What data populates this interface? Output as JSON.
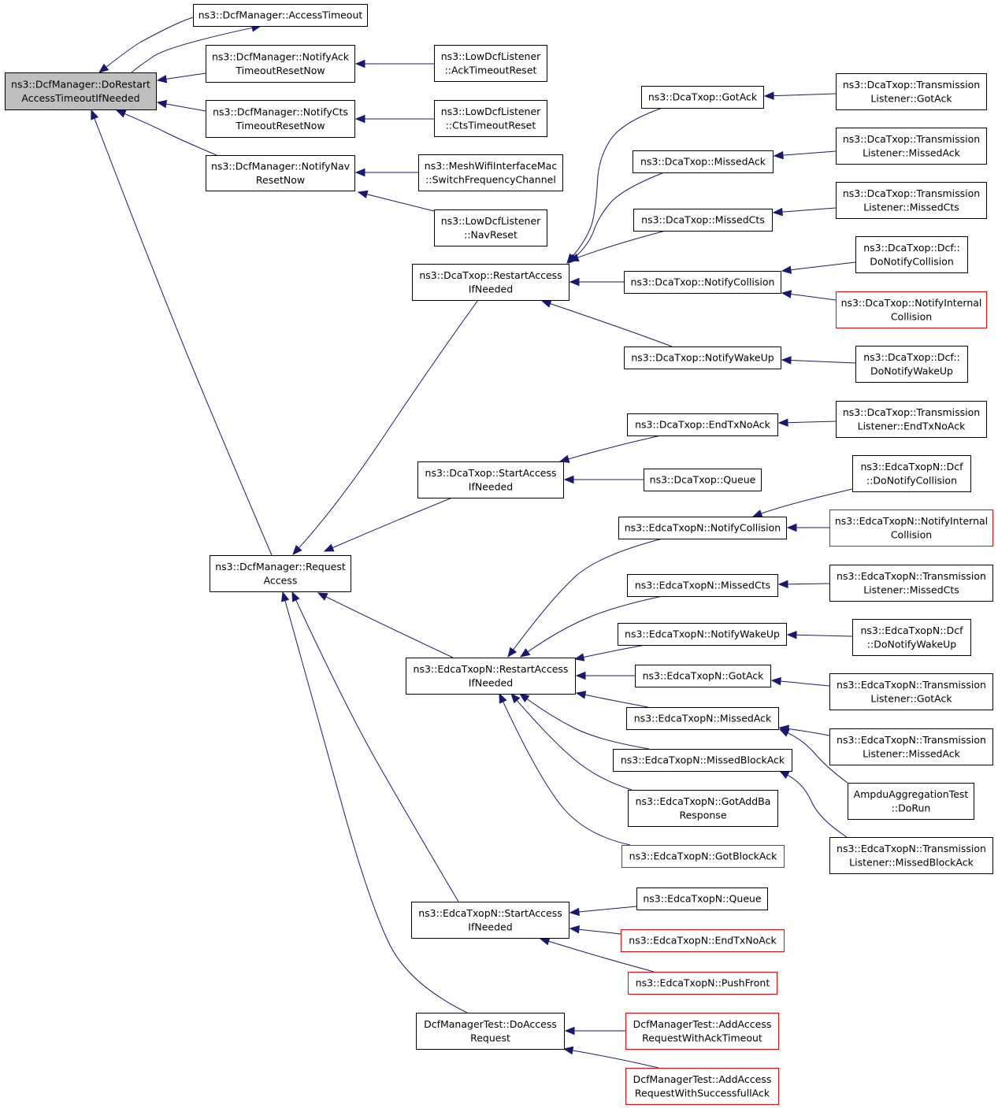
{
  "diagram": {
    "nodes": [
      {
        "id": "root",
        "lines": [
          "ns3::DcfManager::DoRestart",
          "AccessTimeoutIfNeeded"
        ],
        "root": true
      },
      {
        "id": "accessTimeout",
        "lines": [
          "ns3::DcfManager::AccessTimeout"
        ]
      },
      {
        "id": "notifyAckReset",
        "lines": [
          "ns3::DcfManager::NotifyAck",
          "TimeoutResetNow"
        ]
      },
      {
        "id": "notifyCtsReset",
        "lines": [
          "ns3::DcfManager::NotifyCts",
          "TimeoutResetNow"
        ]
      },
      {
        "id": "notifyNavReset",
        "lines": [
          "ns3::DcfManager::NotifyNav",
          "ResetNow"
        ]
      },
      {
        "id": "requestAccess",
        "lines": [
          "ns3::DcfManager::Request",
          "Access"
        ]
      },
      {
        "id": "lowAck",
        "lines": [
          "ns3::LowDcfListener",
          "::AckTimeoutReset"
        ]
      },
      {
        "id": "lowCts",
        "lines": [
          "ns3::LowDcfListener",
          "::CtsTimeoutReset"
        ]
      },
      {
        "id": "meshSwitch",
        "lines": [
          "ns3::MeshWifiInterfaceMac",
          "::SwitchFrequencyChannel"
        ]
      },
      {
        "id": "lowNav",
        "lines": [
          "ns3::LowDcfListener",
          "::NavReset"
        ]
      },
      {
        "id": "dcaRestart",
        "lines": [
          "ns3::DcaTxop::RestartAccess",
          "IfNeeded"
        ]
      },
      {
        "id": "dcaStart",
        "lines": [
          "ns3::DcaTxop::StartAccess",
          "IfNeeded"
        ]
      },
      {
        "id": "edcaRestart",
        "lines": [
          "ns3::EdcaTxopN::RestartAccess",
          "IfNeeded"
        ]
      },
      {
        "id": "edcaStart",
        "lines": [
          "ns3::EdcaTxopN::StartAccess",
          "IfNeeded"
        ]
      },
      {
        "id": "dcfTestDoAccess",
        "lines": [
          "DcfManagerTest::DoAccess",
          "Request"
        ]
      },
      {
        "id": "dcaGotAck",
        "lines": [
          "ns3::DcaTxop::GotAck"
        ]
      },
      {
        "id": "dcaMissedAck",
        "lines": [
          "ns3::DcaTxop::MissedAck"
        ]
      },
      {
        "id": "dcaMissedCts",
        "lines": [
          "ns3::DcaTxop::MissedCts"
        ]
      },
      {
        "id": "dcaNotifyCollision",
        "lines": [
          "ns3::DcaTxop::NotifyCollision"
        ]
      },
      {
        "id": "dcaNotifyWakeUp",
        "lines": [
          "ns3::DcaTxop::NotifyWakeUp"
        ]
      },
      {
        "id": "dcaEndTxNoAck",
        "lines": [
          "ns3::DcaTxop::EndTxNoAck"
        ]
      },
      {
        "id": "dcaQueue",
        "lines": [
          "ns3::DcaTxop::Queue"
        ]
      },
      {
        "id": "edcaNotifyCollision",
        "lines": [
          "ns3::EdcaTxopN::NotifyCollision"
        ]
      },
      {
        "id": "edcaMissedCts",
        "lines": [
          "ns3::EdcaTxopN::MissedCts"
        ]
      },
      {
        "id": "edcaNotifyWakeUp",
        "lines": [
          "ns3::EdcaTxopN::NotifyWakeUp"
        ]
      },
      {
        "id": "edcaGotAck",
        "lines": [
          "ns3::EdcaTxopN::GotAck"
        ]
      },
      {
        "id": "edcaMissedAck",
        "lines": [
          "ns3::EdcaTxopN::MissedAck"
        ]
      },
      {
        "id": "edcaMissedBlockAck",
        "lines": [
          "ns3::EdcaTxopN::MissedBlockAck"
        ]
      },
      {
        "id": "edcaGotAddBa",
        "lines": [
          "ns3::EdcaTxopN::GotAddBa",
          "Response"
        ]
      },
      {
        "id": "edcaGotBlockAck",
        "lines": [
          "ns3::EdcaTxopN::GotBlockAck"
        ],
        "truncated": true
      },
      {
        "id": "edcaQueue",
        "lines": [
          "ns3::EdcaTxopN::Queue"
        ]
      },
      {
        "id": "edcaEndTxNoAck",
        "lines": [
          "ns3::EdcaTxopN::EndTxNoAck"
        ],
        "truncated": true
      },
      {
        "id": "edcaPushFront",
        "lines": [
          "ns3::EdcaTxopN::PushFront"
        ],
        "truncated": true
      },
      {
        "id": "dcfTestAddAckTimeout",
        "lines": [
          "DcfManagerTest::AddAccess",
          "RequestWithAckTimeout"
        ],
        "truncated": true
      },
      {
        "id": "dcfTestAddSuccessAck",
        "lines": [
          "DcfManagerTest::AddAccess",
          "RequestWithSuccessfullAck"
        ],
        "truncated": true
      },
      {
        "id": "dcaTLGotAck",
        "lines": [
          "ns3::DcaTxop::Transmission",
          "Listener::GotAck"
        ]
      },
      {
        "id": "dcaTLMissedAck",
        "lines": [
          "ns3::DcaTxop::Transmission",
          "Listener::MissedAck"
        ]
      },
      {
        "id": "dcaTLMissedCts",
        "lines": [
          "ns3::DcaTxop::Transmission",
          "Listener::MissedCts"
        ]
      },
      {
        "id": "dcaDcfDoNotifyCollision",
        "lines": [
          "ns3::DcaTxop::Dcf::",
          "DoNotifyCollision"
        ]
      },
      {
        "id": "dcaNotifyInternalCollision",
        "lines": [
          "ns3::DcaTxop::NotifyInternal",
          "Collision"
        ],
        "truncated": true
      },
      {
        "id": "dcaDcfDoNotifyWakeUp",
        "lines": [
          "ns3::DcaTxop::Dcf::",
          "DoNotifyWakeUp"
        ]
      },
      {
        "id": "dcaTLEndTxNoAck",
        "lines": [
          "ns3::DcaTxop::Transmission",
          "Listener::EndTxNoAck"
        ]
      },
      {
        "id": "edcaDcfDoNotifyCollision",
        "lines": [
          "ns3::EdcaTxopN::Dcf",
          "::DoNotifyCollision"
        ]
      },
      {
        "id": "edcaNotifyInternalCollision",
        "lines": [
          "ns3::EdcaTxopN::NotifyInternal",
          "Collision"
        ],
        "truncated": true
      },
      {
        "id": "edcaTLMissedCts",
        "lines": [
          "ns3::EdcaTxopN::Transmission",
          "Listener::MissedCts"
        ]
      },
      {
        "id": "edcaDcfDoNotifyWakeUp",
        "lines": [
          "ns3::EdcaTxopN::Dcf",
          "::DoNotifyWakeUp"
        ]
      },
      {
        "id": "edcaTLGotAck",
        "lines": [
          "ns3::EdcaTxopN::Transmission",
          "Listener::GotAck"
        ]
      },
      {
        "id": "edcaTLMissedAck",
        "lines": [
          "ns3::EdcaTxopN::Transmission",
          "Listener::MissedAck"
        ]
      },
      {
        "id": "ampduDoRun",
        "lines": [
          "AmpduAggregationTest",
          "::DoRun"
        ]
      },
      {
        "id": "edcaTLMissedBlockAck",
        "lines": [
          "ns3::EdcaTxopN::Transmission",
          "Listener::MissedBlockAck"
        ]
      }
    ],
    "edges": [
      {
        "from": "accessTimeout",
        "to": "root"
      },
      {
        "from": "root",
        "to": "accessTimeout"
      },
      {
        "from": "notifyAckReset",
        "to": "root"
      },
      {
        "from": "notifyCtsReset",
        "to": "root"
      },
      {
        "from": "notifyNavReset",
        "to": "root"
      },
      {
        "from": "requestAccess",
        "to": "root"
      },
      {
        "from": "lowAck",
        "to": "notifyAckReset"
      },
      {
        "from": "lowCts",
        "to": "notifyCtsReset"
      },
      {
        "from": "meshSwitch",
        "to": "notifyNavReset"
      },
      {
        "from": "lowNav",
        "to": "notifyNavReset"
      },
      {
        "from": "dcaRestart",
        "to": "requestAccess"
      },
      {
        "from": "dcaStart",
        "to": "requestAccess"
      },
      {
        "from": "edcaRestart",
        "to": "requestAccess"
      },
      {
        "from": "edcaStart",
        "to": "requestAccess"
      },
      {
        "from": "dcfTestDoAccess",
        "to": "requestAccess"
      },
      {
        "from": "dcaGotAck",
        "to": "dcaRestart"
      },
      {
        "from": "dcaMissedAck",
        "to": "dcaRestart"
      },
      {
        "from": "dcaMissedCts",
        "to": "dcaRestart"
      },
      {
        "from": "dcaNotifyCollision",
        "to": "dcaRestart"
      },
      {
        "from": "dcaNotifyWakeUp",
        "to": "dcaRestart"
      },
      {
        "from": "dcaEndTxNoAck",
        "to": "dcaStart"
      },
      {
        "from": "dcaQueue",
        "to": "dcaStart"
      },
      {
        "from": "edcaNotifyCollision",
        "to": "edcaRestart"
      },
      {
        "from": "edcaMissedCts",
        "to": "edcaRestart"
      },
      {
        "from": "edcaNotifyWakeUp",
        "to": "edcaRestart"
      },
      {
        "from": "edcaGotAck",
        "to": "edcaRestart"
      },
      {
        "from": "edcaMissedAck",
        "to": "edcaRestart"
      },
      {
        "from": "edcaMissedBlockAck",
        "to": "edcaRestart"
      },
      {
        "from": "edcaGotAddBa",
        "to": "edcaRestart"
      },
      {
        "from": "edcaGotBlockAck",
        "to": "edcaRestart"
      },
      {
        "from": "edcaQueue",
        "to": "edcaStart"
      },
      {
        "from": "edcaEndTxNoAck",
        "to": "edcaStart"
      },
      {
        "from": "edcaPushFront",
        "to": "edcaStart"
      },
      {
        "from": "dcfTestAddAckTimeout",
        "to": "dcfTestDoAccess"
      },
      {
        "from": "dcfTestAddSuccessAck",
        "to": "dcfTestDoAccess"
      },
      {
        "from": "dcaTLGotAck",
        "to": "dcaGotAck"
      },
      {
        "from": "dcaTLMissedAck",
        "to": "dcaMissedAck"
      },
      {
        "from": "dcaTLMissedCts",
        "to": "dcaMissedCts"
      },
      {
        "from": "dcaDcfDoNotifyCollision",
        "to": "dcaNotifyCollision"
      },
      {
        "from": "dcaNotifyInternalCollision",
        "to": "dcaNotifyCollision"
      },
      {
        "from": "dcaDcfDoNotifyWakeUp",
        "to": "dcaNotifyWakeUp"
      },
      {
        "from": "dcaTLEndTxNoAck",
        "to": "dcaEndTxNoAck"
      },
      {
        "from": "edcaDcfDoNotifyCollision",
        "to": "edcaNotifyCollision"
      },
      {
        "from": "edcaNotifyInternalCollision",
        "to": "edcaNotifyCollision"
      },
      {
        "from": "edcaTLMissedCts",
        "to": "edcaMissedCts"
      },
      {
        "from": "edcaDcfDoNotifyWakeUp",
        "to": "edcaNotifyWakeUp"
      },
      {
        "from": "edcaTLGotAck",
        "to": "edcaGotAck"
      },
      {
        "from": "edcaTLMissedAck",
        "to": "edcaMissedAck"
      },
      {
        "from": "ampduDoRun",
        "to": "edcaMissedAck"
      },
      {
        "from": "edcaTLMissedBlockAck",
        "to": "edcaMissedBlockAck"
      }
    ],
    "colors": {
      "edge": "#191970",
      "root_fill": "#bfbfbf",
      "truncated_border": "#ff0000",
      "node_border": "#000000"
    }
  }
}
